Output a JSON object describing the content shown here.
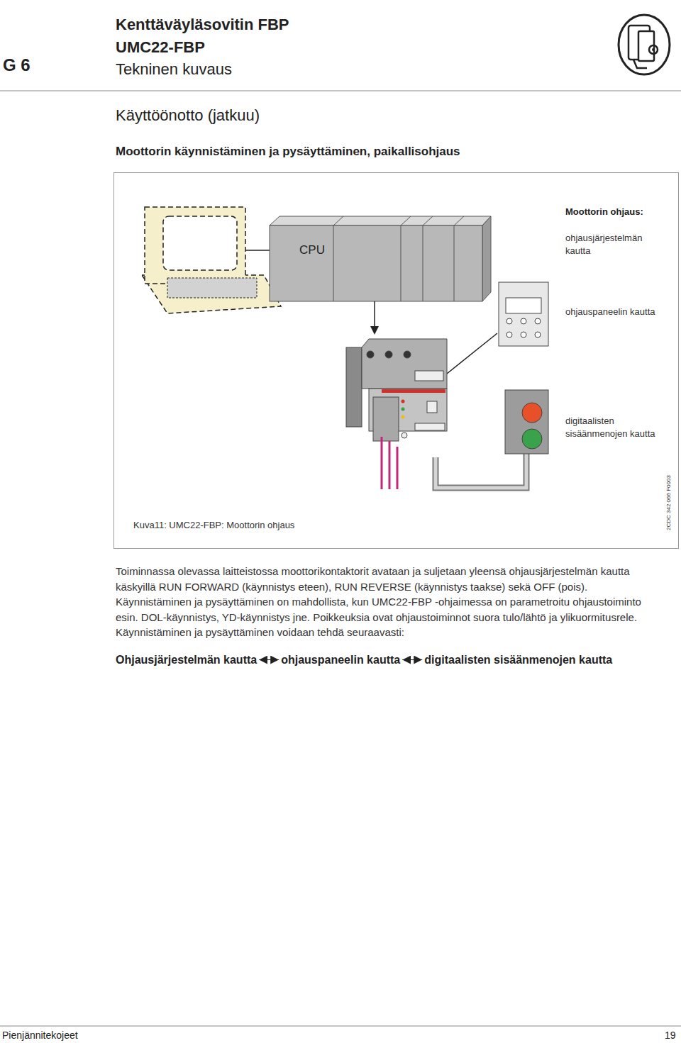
{
  "diagram": {
    "title": "Käyttöönotto (jatkuu)",
    "caption": "Kuva11: UMC22-FBP: Moottorin ohjaus",
    "nodes": [
      {
        "text": [
          "CPU"
        ]
      },
      {
        "text": [
          "Ohjausjärjestelmän kautta"
        ]
      },
      {
        "text": [
          "ohjauspaneelin kautta"
        ]
      },
      {
        "text": [
          "digitaalisten sisäänmenojen kautta"
        ]
      }
    ],
    "edges": [
      {
        "from": 1,
        "to": 2,
        "arrow": "both"
      },
      {
        "from": 2,
        "to": 3,
        "arrow": "both"
      }
    ],
    "labels": [
      "G 6",
      "Kenttäväyläsovitin FBP",
      "UMC22-FBP",
      "Tekninen kuvaus",
      "Moottorin käynnistäminen ja pysäyttäminen, paikallisohjaus",
      "Moottorin ohjaus:",
      "ohjausjärjestelmän kautta",
      "ohjauspaneelin kautta",
      "digitaalisten sisäänmenojen kautta",
      "2CDC 342 066 F0003",
      "Toiminnassa olevassa laitteistossa moottorikontaktorit  avataan ja suljetaan yleensä ohjausjärjestelmän kautta käskyillä RUN FORWARD (käynnistys eteen), RUN REVERSE (käynnistys taakse) sekä OFF (pois).",
      "Käynnistäminen ja pysäyttäminen on mahdollista, kun UMC22-FBP -ohjaimessa on parametroitu ohjaustoiminto esin. DOL-käynnistys, YD-käynnistys jne. Poikkeuksia ovat ohjaustoiminnot suora tulo/lähtö ja ylikuormitusrele. Käynnistäminen ja pysäyttäminen voidaan tehdä seuraavasti:",
      "Pienjännitekojeet",
      "19"
    ]
  }
}
